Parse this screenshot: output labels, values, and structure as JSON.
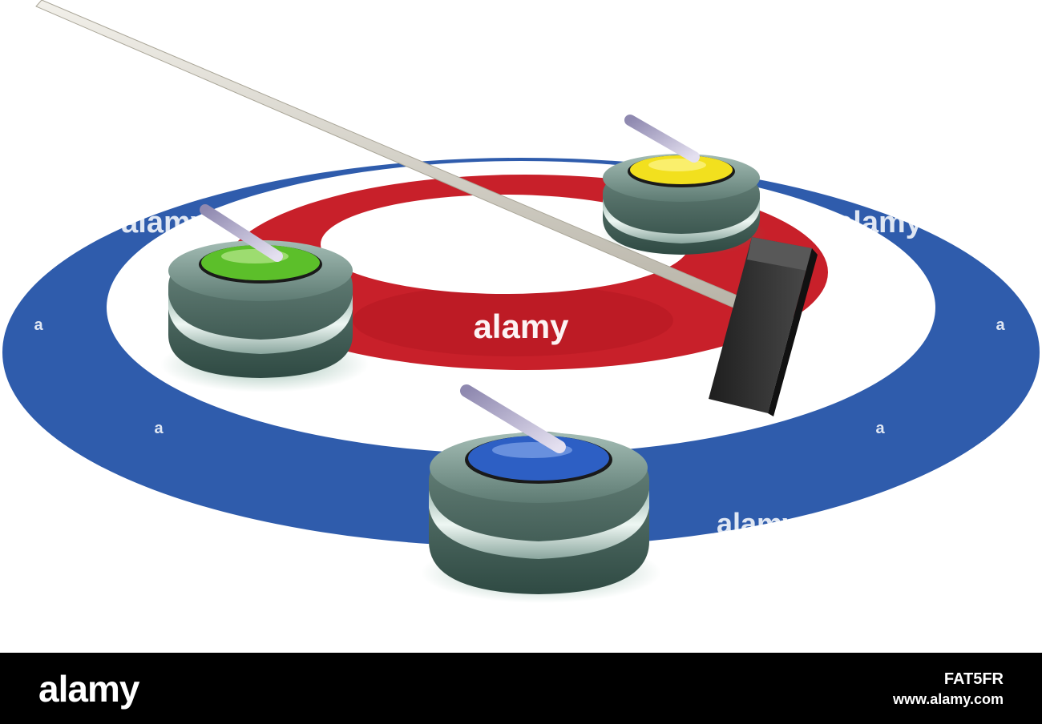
{
  "watermarks": {
    "center": "alamy",
    "left": "alamy",
    "right": "alamy",
    "bottom_right": "alamy",
    "small_mark": "a"
  },
  "footer": {
    "logo": "alamy",
    "image_id": "FAT5FR",
    "url": "www.alamy.com"
  },
  "colors": {
    "outer_ring": "#2f5cac",
    "middle_ring_white": "#ffffff",
    "inner_ring": "#c8202a",
    "button": "#ffffff",
    "stone_body": "#3d5a52",
    "stone_band": "#c9e0d8",
    "handle": "#a9a4c4",
    "broom_handle": "#d6d3c8",
    "broom_head": "#2a2a2a",
    "footer_bg": "#000000"
  },
  "stones": [
    {
      "name": "green-stone",
      "top_color": "#5cbf2a"
    },
    {
      "name": "yellow-stone",
      "top_color": "#f2e01e"
    },
    {
      "name": "blue-stone",
      "top_color": "#2d5fc4"
    }
  ],
  "broom": {
    "icon": "curling-broom"
  }
}
